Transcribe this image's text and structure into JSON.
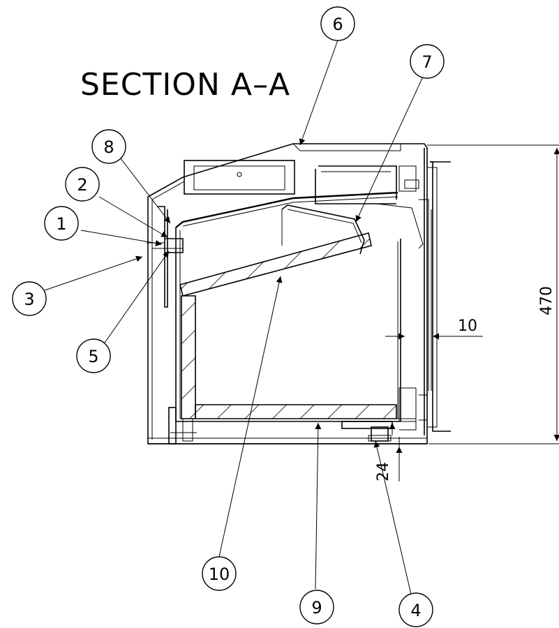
{
  "title": "SECTION A–A",
  "callouts": [
    {
      "id": "1",
      "label": "1"
    },
    {
      "id": "2",
      "label": "2"
    },
    {
      "id": "3",
      "label": "3"
    },
    {
      "id": "4",
      "label": "4"
    },
    {
      "id": "5",
      "label": "5"
    },
    {
      "id": "6",
      "label": "6"
    },
    {
      "id": "7",
      "label": "7"
    },
    {
      "id": "8",
      "label": "8"
    },
    {
      "id": "9",
      "label": "9"
    },
    {
      "id": "10",
      "label": "10"
    }
  ],
  "dimensions": {
    "height": "470",
    "gap": "10",
    "offset": "24"
  },
  "colors": {
    "line": "#000000",
    "background": "#ffffff"
  }
}
